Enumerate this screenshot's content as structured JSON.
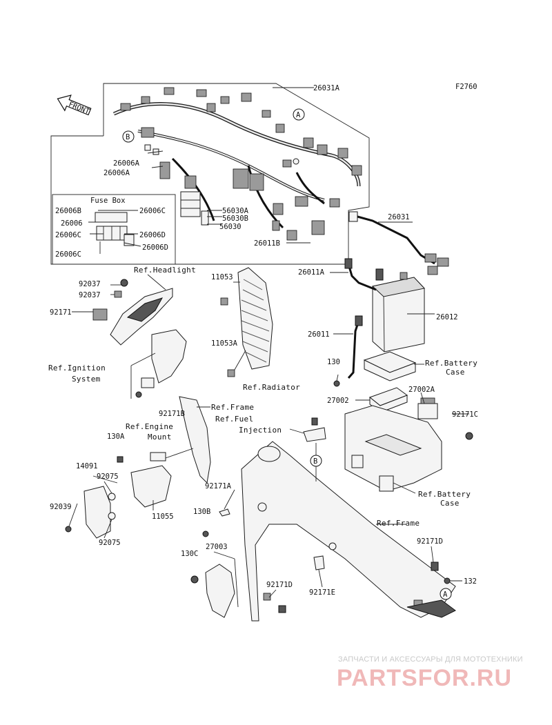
{
  "figure_code": "F2760",
  "front_label": "FRONT",
  "fuse_box_title": "Fuse Box",
  "part_labels": [
    "26031A",
    "26006A",
    "26006A",
    "56030A",
    "56030B",
    "56030",
    "26011B",
    "26031",
    "26006B",
    "26006",
    "26006C",
    "26006C",
    "26006D",
    "26006D",
    "26006C",
    "11053",
    "11053A",
    "92037",
    "92037",
    "92171",
    "26011A",
    "26012",
    "26011",
    "130",
    "27002",
    "27002A",
    "92171C",
    "92171B",
    "130A",
    "14091",
    "92075",
    "92039",
    "92075",
    "11055",
    "92171A",
    "130B",
    "130C",
    "27003",
    "92171D",
    "92171E",
    "92171D",
    "132"
  ],
  "refs": {
    "headlight": "Ref.Headlight",
    "ignition": [
      "Ref.Ignition",
      "System"
    ],
    "radiator": "Ref.Radiator",
    "frame_top": "Ref.Frame",
    "fuel": [
      "Ref.Fuel",
      "Injection"
    ],
    "engine_mount": [
      "Ref.Engine",
      "Mount"
    ],
    "battery_case_top": [
      "Ref.Battery",
      "Case"
    ],
    "battery_case_bottom": [
      "Ref.Battery",
      "Case"
    ],
    "frame_bottom": "Ref.Frame"
  },
  "callouts": [
    "A",
    "B",
    "B",
    "A"
  ],
  "watermark": {
    "tagline": "ЗАПЧАСТИ И АКСЕССУАРЫ ДЛЯ МОТОТЕХНИКИ",
    "brand": "PARTSFOR.RU"
  }
}
